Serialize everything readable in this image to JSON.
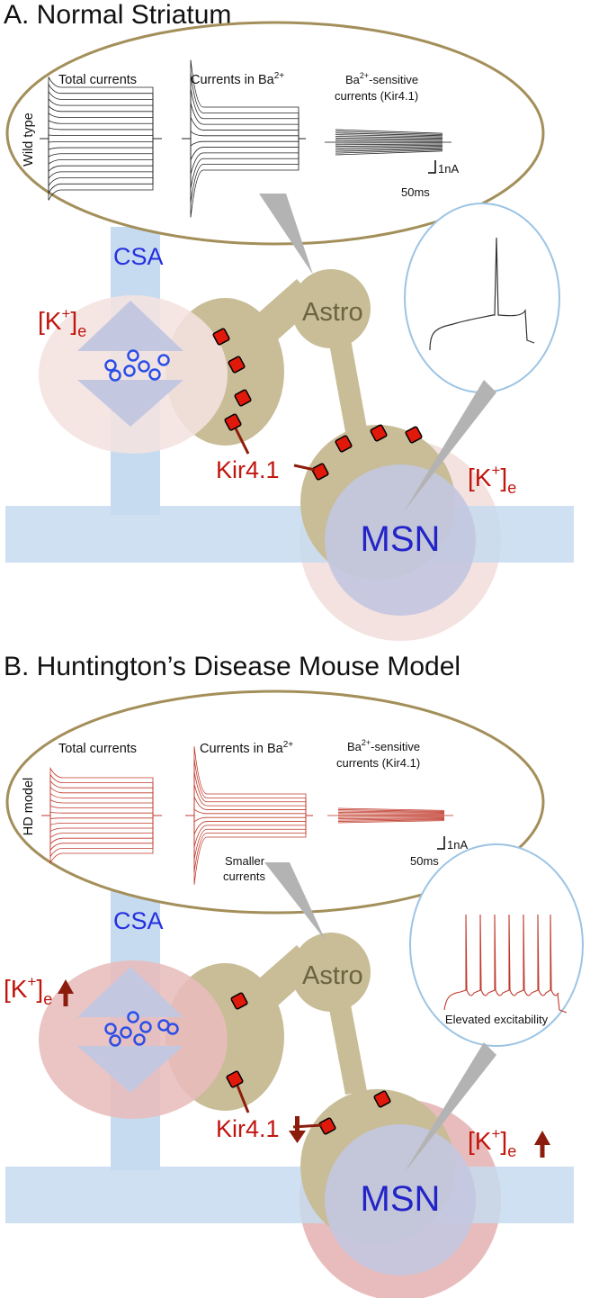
{
  "panels": [
    {
      "title": "A. Normal Striatum",
      "row_label": "Wild type",
      "trace_labels": {
        "total": "Total currents",
        "ba_prefix": "Currents in Ba",
        "ba_sup": "2+",
        "sens_prefix": "Ba",
        "sens_sup": "2+",
        "sens_suffix": "-sensitive",
        "sens_line2": "currents (Kir4.1)"
      },
      "scale_current": "1nA",
      "scale_time": "50ms",
      "csa_label": "CSA",
      "astro_label": "Astro",
      "msn_label": "MSN",
      "kir_label": "Kir4.1",
      "k_main": "[K",
      "k_sup": "+",
      "k_close": "]",
      "k_sub": "e",
      "trace_color": "#222222"
    },
    {
      "title": "B. Huntington’s Disease Mouse Model",
      "row_label": "HD model",
      "trace_labels": {
        "total": "Total currents",
        "ba_prefix": "Currents in Ba",
        "ba_sup": "2+",
        "sens_prefix": "Ba",
        "sens_sup": "2+",
        "sens_suffix": "-sensitive",
        "sens_line2": "currents (Kir4.1)"
      },
      "scale_current": "1nA",
      "scale_time": "50ms",
      "smaller_line1": "Smaller",
      "smaller_line2": "currents",
      "excitability_label": "Elevated excitability",
      "csa_label": "CSA",
      "astro_label": "Astro",
      "msn_label": "MSN",
      "kir_label": "Kir4.1",
      "k_main": "[K",
      "k_sup": "+",
      "k_close": "]",
      "k_sub": "e",
      "trace_color": "#c0392b"
    }
  ],
  "colors": {
    "oval_stroke": "#a38f5a",
    "astro_fill": "#c8bd96",
    "csa_fill": "#c6dbef",
    "halo_normal": "#f4e2e0",
    "halo_hd": "#e8bcbc",
    "msn_fill": "#c3c7e0",
    "channel_red": "#e0190b",
    "dark_red": "#8c1c0c",
    "inset_stroke": "#9cc4e4",
    "pointer_gray": "#b3b3b3",
    "ion_blue": "#2b4ee8"
  }
}
